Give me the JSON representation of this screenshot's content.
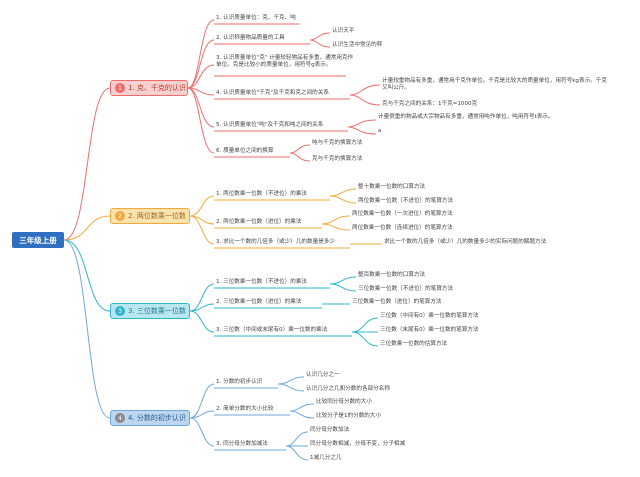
{
  "root": "三年级上册",
  "branches": [
    {
      "num": "1",
      "label": "1. 克、千克的认识",
      "color": "#f26b6b",
      "bg": "#f9d0d0"
    },
    {
      "num": "2",
      "label": "2. 两位数乘一位数",
      "color": "#f2a93b",
      "bg": "#fbe3b0"
    },
    {
      "num": "3",
      "label": "3. 三位数乘一位数",
      "color": "#2fb6cf",
      "bg": "#b9e6ef"
    },
    {
      "num": "4",
      "label": "4. 分数的初步认识",
      "color": "#8a8a8a",
      "bg": "#bcd6f0"
    }
  ],
  "b1": {
    "c1": "1. 认识质量单位：克、千克、吨",
    "c2": "2. 认识称量物品质量的工具",
    "c2a": "认识天平",
    "c2b": "认识生活中常见的秤",
    "c3": "3. 认识质量单位\"克\" 计量较轻物品有多重，通常用克作单位。克是比较小的质量单位，用符号g表示。",
    "c4": "4. 认识质量单位\"千克\"及千克和克之间的关系",
    "c4a": "计量较重物品有多重，通常用千克作单位。千克是比较大的质量单位，用符号kg表示。千克又叫公斤。",
    "c4b": "克与千克之间的关系：1千克=1000克",
    "c5": "5. 认识质量单位\"吨\"及千克和吨之间的关系",
    "c5a": "计量很重的物品或大宗物品有多重，通常用吨作单位，吨用符号t表示。",
    "c5b": "a",
    "c6": "6. 质量单位之间的换算",
    "c6a": "吨与千克的换算方法",
    "c6b": "克与千克的换算方法"
  },
  "b2": {
    "c1": "1. 两位数乘一位数（不进位）的乘法",
    "c1a": "整十数乘一位数的口算方法",
    "c1b": "两位数乘一位数（不进位）的笔算方法",
    "c2": "2. 两位数乘一位数（进位）的乘法",
    "c2a": "两位数乘一位数（一次进位）的笔算方法",
    "c2b": "两位数乘一位数（连续进位）的笔算方法",
    "c3": "3. 求比一个数的几倍多（或少）几的数量是多少",
    "c3a": "求比一个数的几倍多（或少）几的数量多少的实际问题的解题方法"
  },
  "b3": {
    "c1": "1. 三位数乘一位数（不进位）的乘法",
    "c1a": "整百数乘一位数的口算方法",
    "c1b": "三位数乘一位数（不进位）的笔算方法",
    "c2": "2. 三位数乘一位数（进位）的乘法",
    "c2a": "三位数乘一位数（进位）的笔算方法",
    "c3": "3. 三位数（中间或末尾有0）乘一位数的乘法",
    "c3a": "三位数（中间有0）乘一位数的笔算方法",
    "c3b": "三位数（末尾有0）乘一位数的笔算方法",
    "c3c": "三位数乘一位数的估算方法"
  },
  "b4": {
    "c1": "1. 分数的初步认识",
    "c1a": "认识几分之一",
    "c1b": "认识几分之几和分数的各部分名称",
    "c2": "2. 简单分数的大小比较",
    "c2a": "比较同分母分数的大小",
    "c2b": "比较分子是1的分数的大小",
    "c3": "3. 同分母分数加减法",
    "c3a": "同分母分数加法",
    "c3b": "同分母分数相减，分母不变，分子相减",
    "c3c": "1减几分之几"
  }
}
